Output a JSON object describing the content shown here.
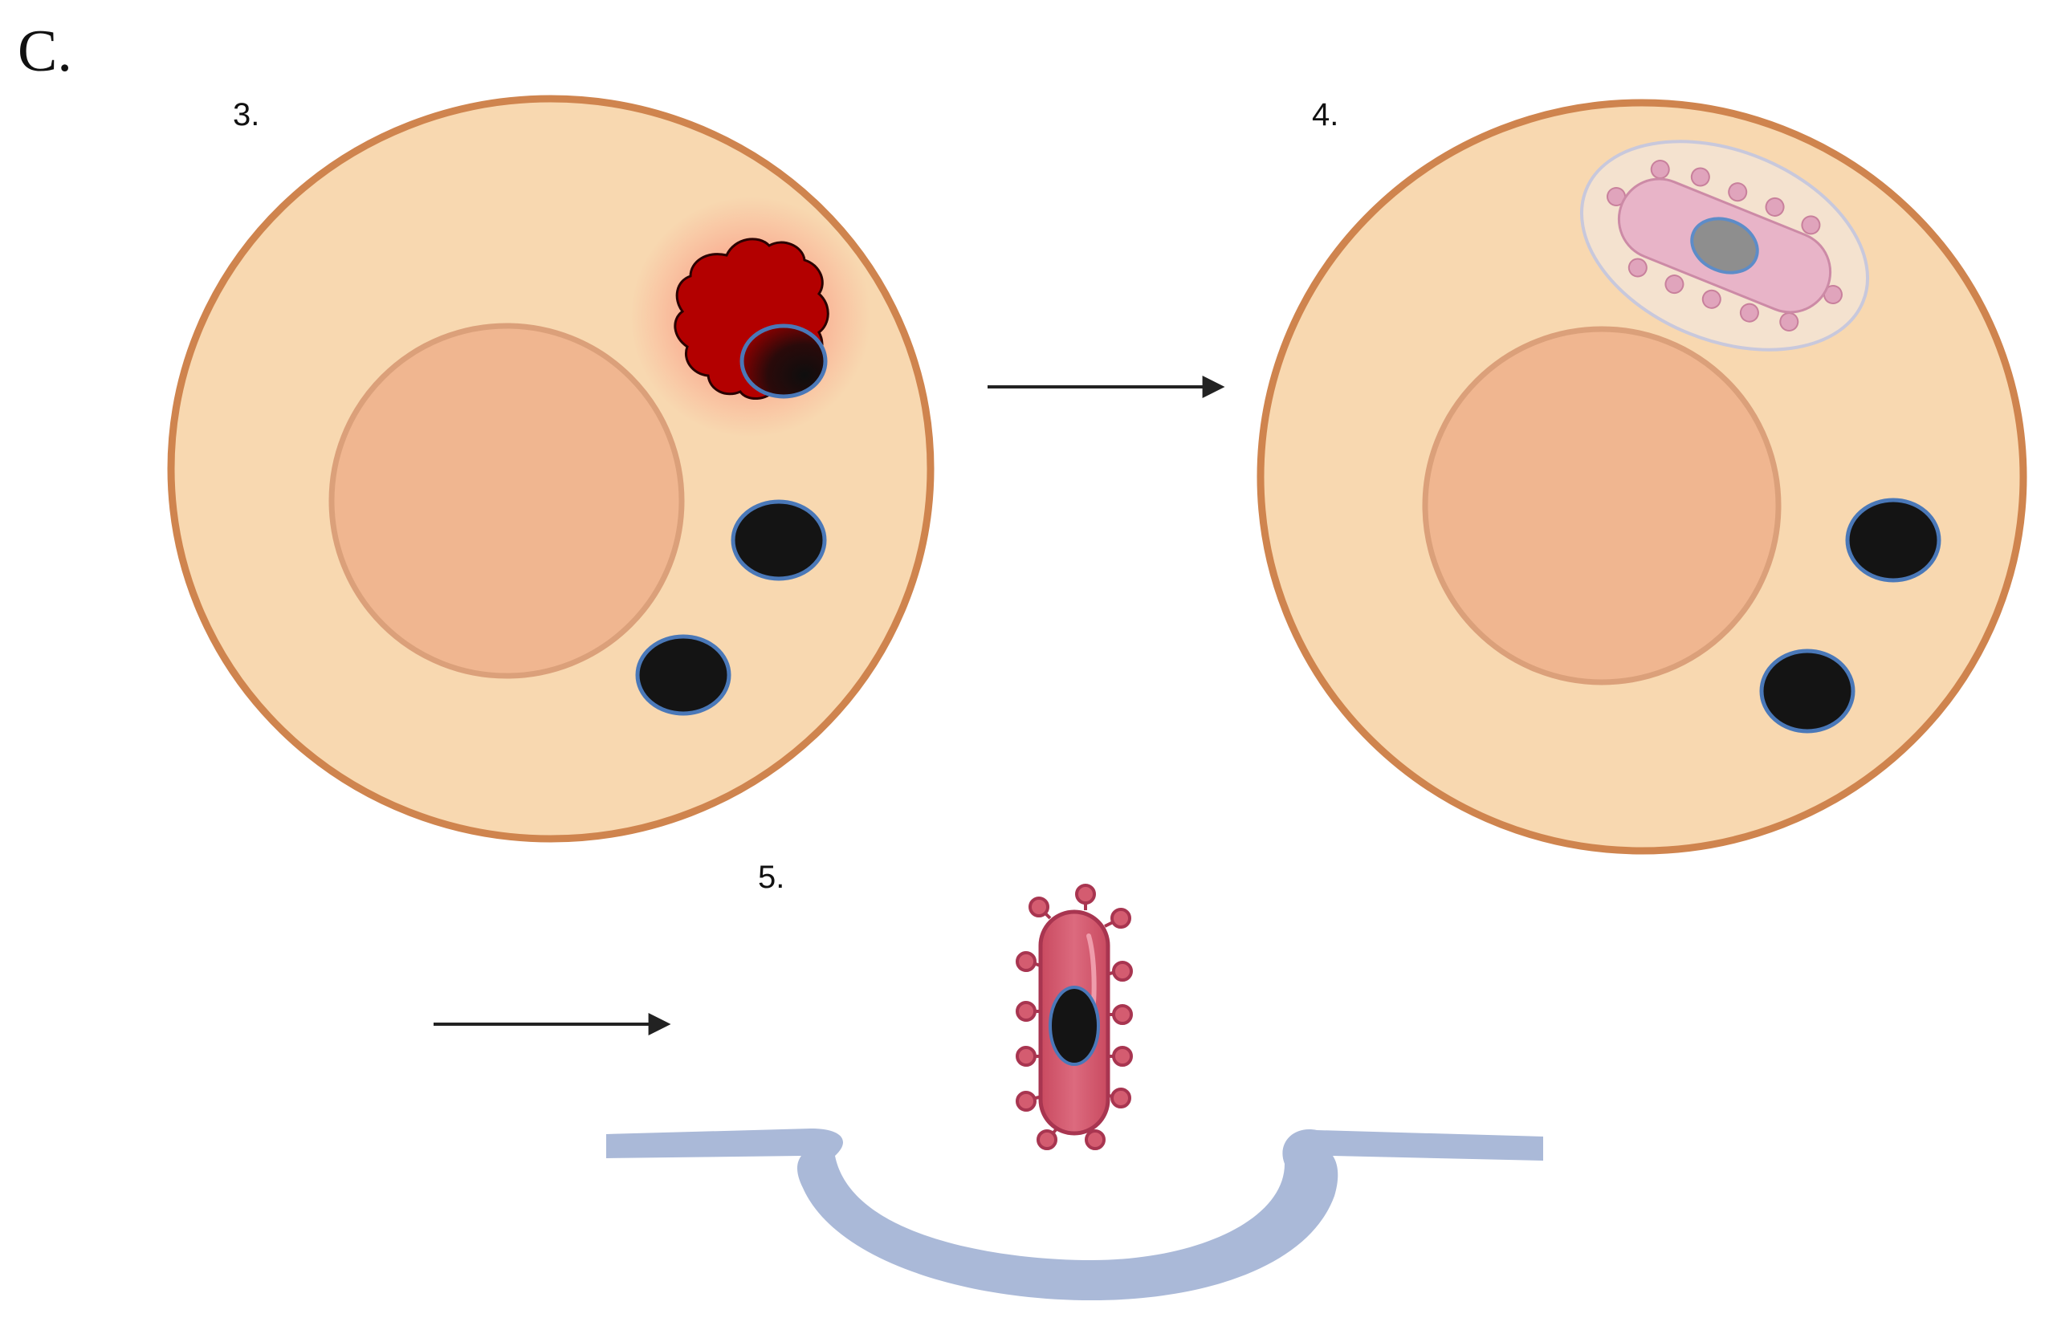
{
  "figure": {
    "panel_letter": "C.",
    "steps": [
      {
        "label": "3."
      },
      {
        "label": "4."
      },
      {
        "label": "5."
      }
    ]
  },
  "colors": {
    "cell_fill": "#f8d8b0",
    "cell_outline": "#cf844e",
    "nucleus_fill": "#f0b690",
    "nucleus_outline": "#dba07a",
    "granule_fill": "#141414",
    "granule_outline": "#4a78b8",
    "damage_red": "#b30000",
    "vacuole_fill": "#f3e3d3",
    "vacuole_outline": "#c8c8dc",
    "bacterium_pale": "#e8b4c8",
    "bacterium_red": "#d45c70",
    "bacterium_outline": "#a83550",
    "membrane_blue": "#aab9d8",
    "arrow_color": "#222222"
  }
}
